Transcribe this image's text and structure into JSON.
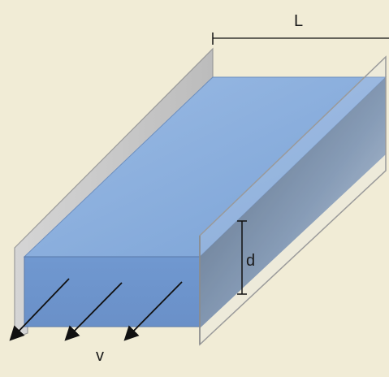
{
  "diagram": {
    "labels": {
      "length": "L",
      "depth": "d",
      "velocity": "v"
    },
    "colors": {
      "background": "#f1ecd6",
      "fluid_top": "#8fb0dc",
      "fluid_front": "#6f96cf",
      "right_plate": "#5b6f8c",
      "plate_outline": "#9a9a9a",
      "ink": "#111111"
    }
  }
}
